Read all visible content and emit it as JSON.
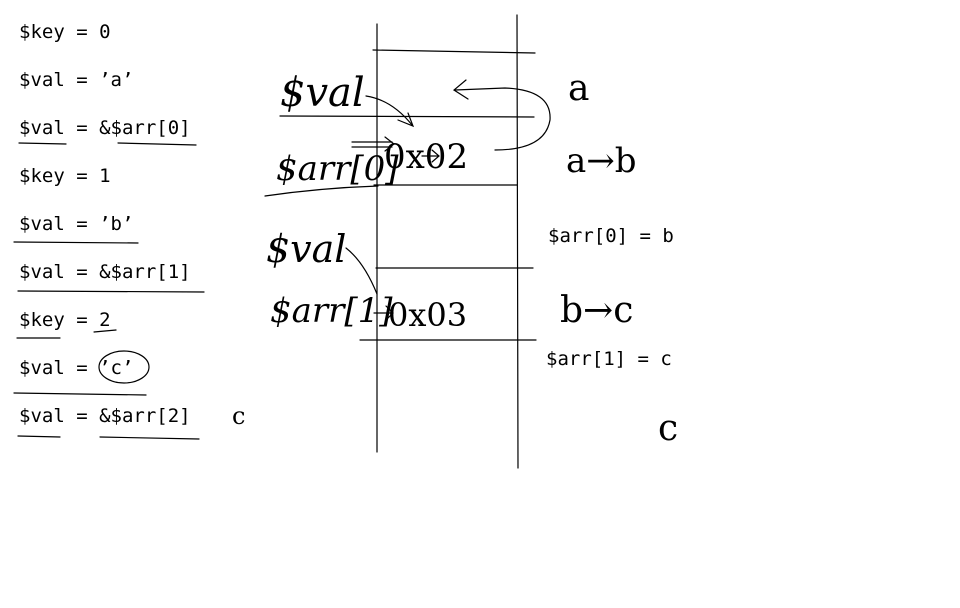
{
  "code_lines": [
    "$key = 0",
    "$val = ’a’",
    "$val = &$arr[0]",
    "$key = 1",
    "$val = ’b’",
    "$val = &$arr[1]",
    "$key = 2",
    "$val = ’c’",
    "$val = &$arr[2]"
  ],
  "handwriting": {
    "val_label_1": "$val",
    "arr0_label": "$arr[0]",
    "addr_1": "0x02",
    "val_label_2": "$val",
    "arr1_label": "$arr[1]",
    "addr_2": "0x03",
    "letter_a": "a",
    "a_to_b": "a→b",
    "b_to_c": "b→c",
    "letter_c_left": "c",
    "letter_c_right": "c"
  },
  "notes": {
    "arr0_eq": "$arr[0] = b",
    "arr1_eq": "$arr[1] = c"
  },
  "colors": {
    "ink": "#000000",
    "background": "#ffffff"
  }
}
